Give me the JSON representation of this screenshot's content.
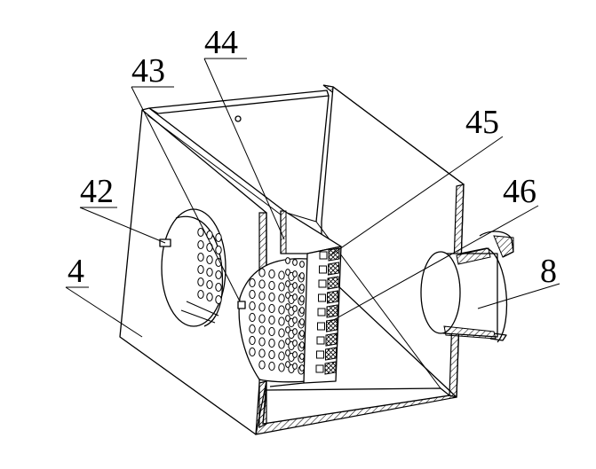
{
  "figure": {
    "labels": {
      "part_4": "4",
      "part_42": "42",
      "part_43": "43",
      "part_44": "44",
      "part_45": "45",
      "part_46": "46",
      "part_8": "8"
    }
  }
}
